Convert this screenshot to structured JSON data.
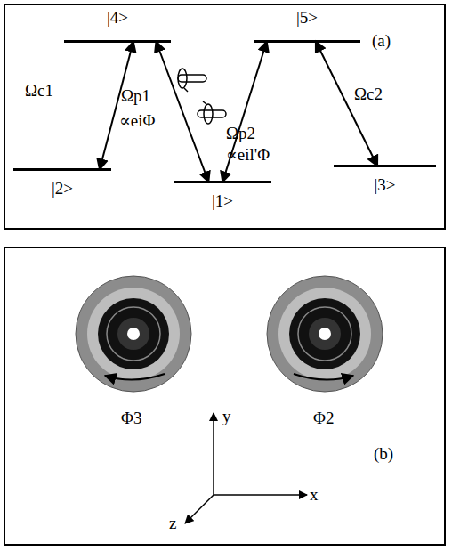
{
  "diagram": {
    "nodes": [
      {
        "text": [
          "|4>"
        ]
      },
      {
        "text": [
          "|5>"
        ]
      },
      {
        "text": [
          "|2>"
        ]
      },
      {
        "text": [
          "|1>"
        ]
      },
      {
        "text": [
          "|3>"
        ]
      }
    ],
    "edges": [
      {
        "from": 2,
        "to": 0,
        "arrow": "both",
        "label": "Ωc1"
      },
      {
        "from": 0,
        "to": 3,
        "arrow": "both",
        "label": "Ωp1"
      },
      {
        "from": 3,
        "to": 1,
        "arrow": "both",
        "label": "Ωp2"
      },
      {
        "from": 1,
        "to": 4,
        "arrow": "both",
        "label": "Ωc2"
      }
    ],
    "labels": [
      "∝eiΦ",
      "∝eil'Φ",
      "(a)",
      "Φ3",
      "Φ2",
      "y",
      "x",
      "z",
      "(b)"
    ]
  }
}
